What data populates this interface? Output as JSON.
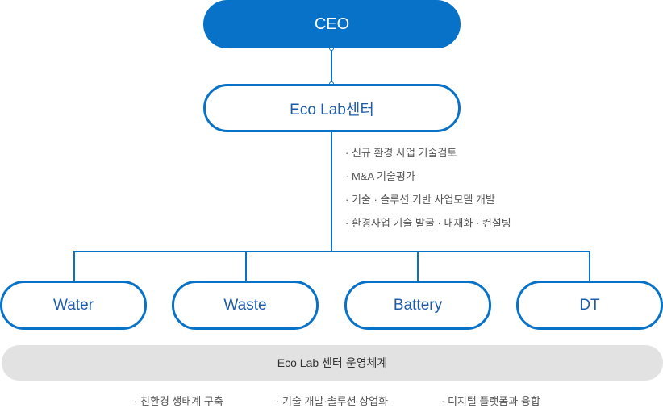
{
  "ceo": {
    "label": "CEO"
  },
  "center": {
    "label": "Eco Lab센터"
  },
  "tasks": [
    "· 신규 환경 사업 기술검토",
    "· M&A 기술평가",
    "· 기술 · 솔루션 기반 사업모델 개발",
    "· 환경사업 기술 발굴 · 내재화 · 컨설팅"
  ],
  "divisions": [
    "Water",
    "Waste",
    "Battery",
    "DT"
  ],
  "operation": {
    "title": "Eco Lab 센터 운영체계",
    "items": [
      "· 친환경 생태계 구축",
      "· 기술 개발·솔루션 상업화",
      "· 디지털 플랫폼과 융합"
    ]
  },
  "colors": {
    "accent": "#0872c8",
    "bar": "#e2e2e2"
  }
}
